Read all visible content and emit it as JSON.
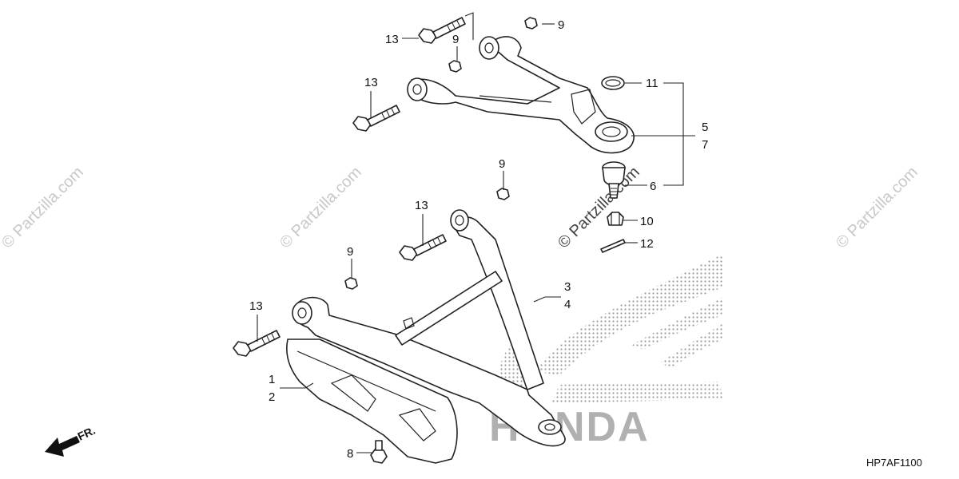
{
  "callouts": {
    "c1": "1",
    "c2": "2",
    "c3": "3",
    "c4": "4",
    "c5": "5",
    "c6": "6",
    "c7": "7",
    "c8": "8",
    "c9a": "9",
    "c9b": "9",
    "c9c": "9",
    "c9d": "9",
    "c10": "10",
    "c11": "11",
    "c12": "12",
    "c13a": "13",
    "c13b": "13",
    "c13c": "13",
    "c13d": "13"
  },
  "direction_label": "FR.",
  "diagram_code": "HP7AF1100",
  "watermarks": {
    "w1": "© Partzilla.com",
    "w2": "© Partzilla.com",
    "w3": "© Partzilla.com",
    "w4": "© Partzilla.com"
  },
  "logo_text": "HONDA",
  "colors": {
    "line": "#222222",
    "watermark": "#c8c8c8",
    "logo_dots": "#9a9a9a"
  }
}
